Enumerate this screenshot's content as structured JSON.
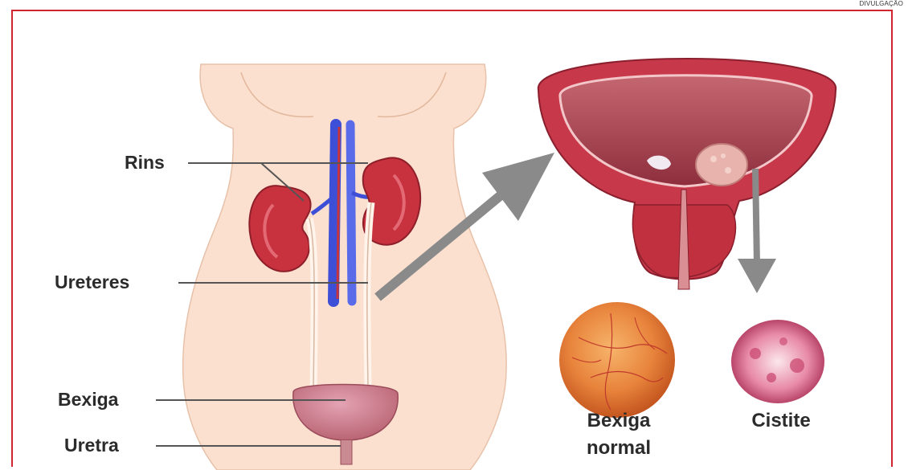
{
  "credit": "DIVULGAÇÃO",
  "labels": {
    "rins": "Rins",
    "ureteres": "Ureteres",
    "bexiga": "Bexiga",
    "uretra": "Uretra",
    "bexiga_normal_line1": "Bexiga",
    "bexiga_normal_line2": "normal",
    "cistite": "Cistite"
  },
  "colors": {
    "frame": "#d0262f",
    "skin": "#fbe0cf",
    "kidney": "#c8323f",
    "bladder": "#c7384a",
    "artery": "#3d4fd6",
    "arrow": "#8a8a8a"
  }
}
